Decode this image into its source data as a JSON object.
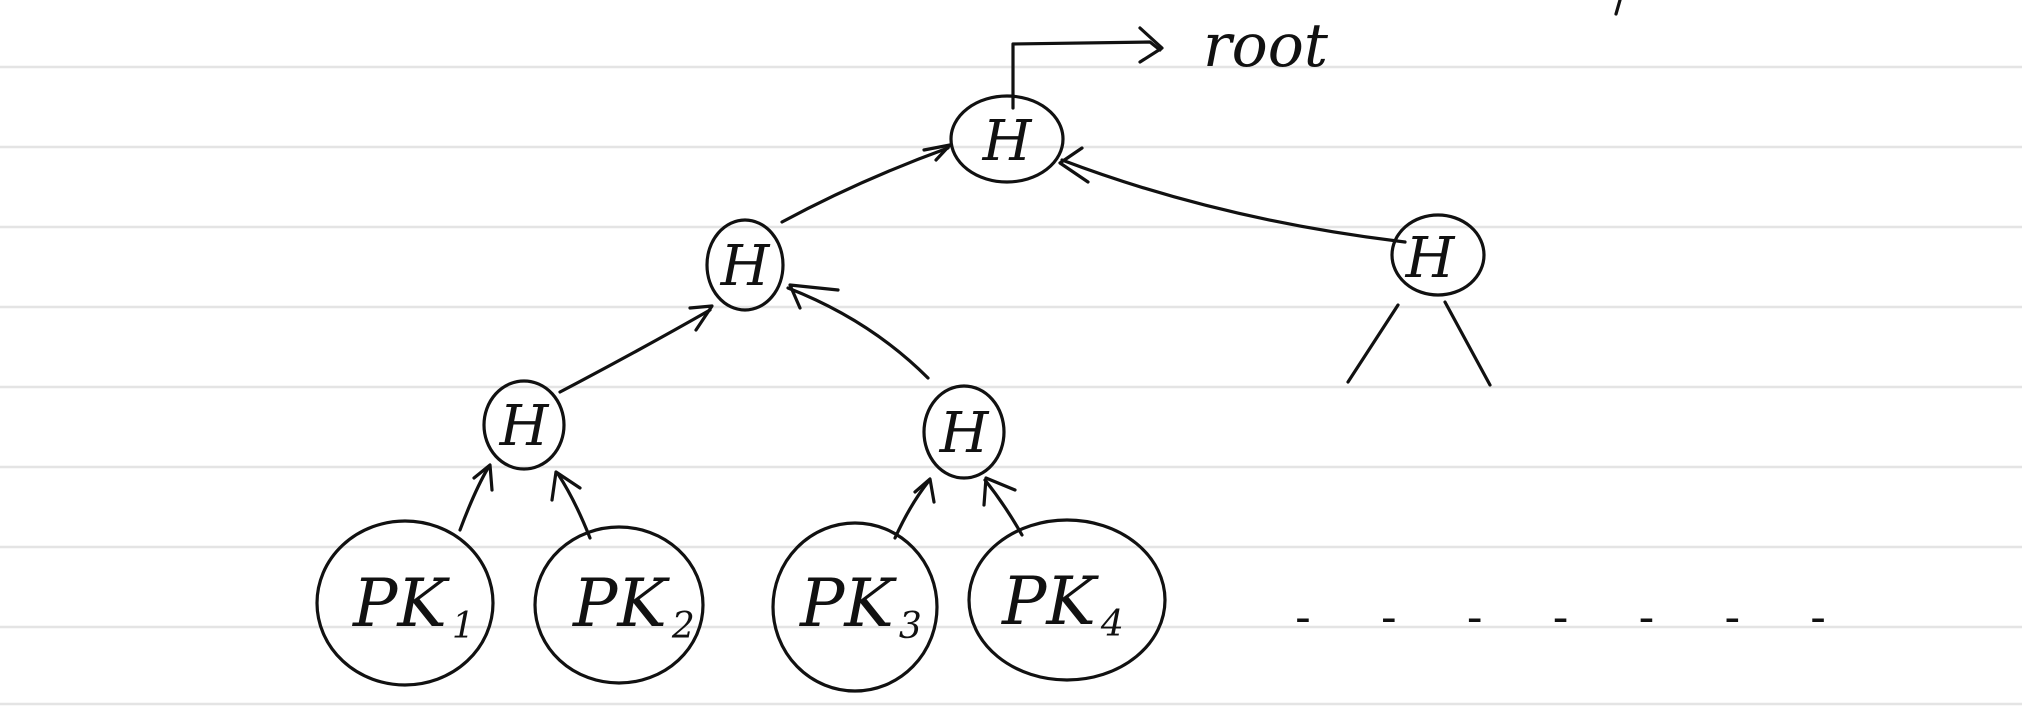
{
  "diagram": {
    "root_annotation": "root",
    "node_symbol": "H",
    "leaves": [
      {
        "prefix": "PK",
        "sub": "1"
      },
      {
        "prefix": "PK",
        "sub": "2"
      },
      {
        "prefix": "PK",
        "sub": "3"
      },
      {
        "prefix": "PK",
        "sub": "4"
      }
    ],
    "ellipsis": "- - - - - - -"
  },
  "colors": {
    "ink": "#111111",
    "ruled_lines": "#e4e4e4",
    "background": "#ffffff"
  }
}
